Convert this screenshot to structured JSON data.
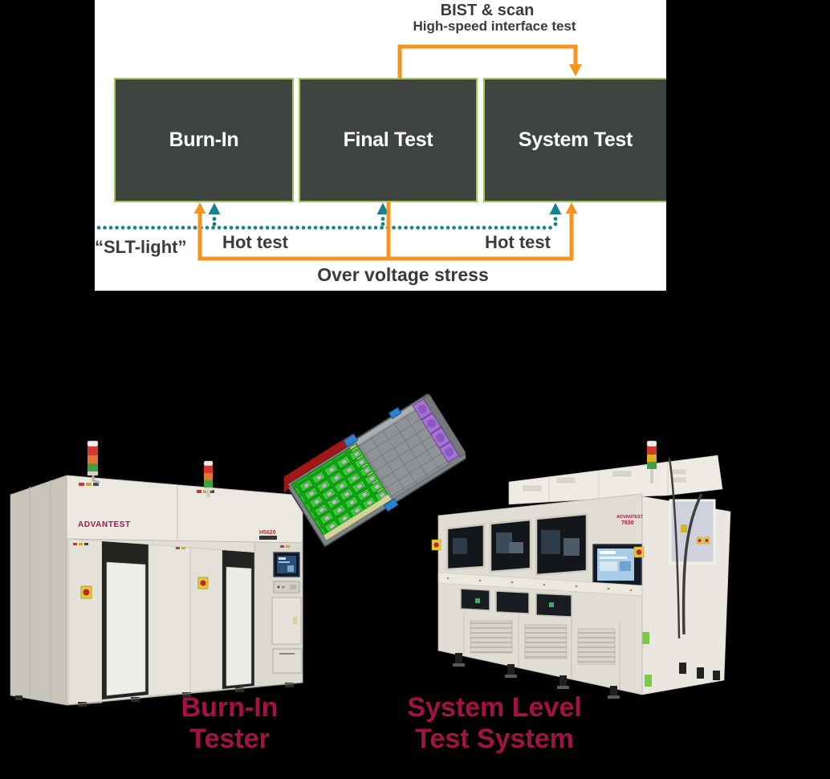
{
  "flow_diagram": {
    "annotations": {
      "bist_scan": "BIST & scan",
      "high_speed": "High-speed interface test",
      "slt_light": "“SLT-light”",
      "hot_test_left": "Hot test",
      "hot_test_right": "Hot test",
      "over_voltage": "Over voltage stress"
    },
    "boxes": [
      {
        "label": "Burn-In"
      },
      {
        "label": "Final Test"
      },
      {
        "label": "System Test"
      }
    ],
    "colors": {
      "panel_background": "#ffffff",
      "box_fill": "#404440",
      "box_border": "#9dc957",
      "box_text": "#ffffff",
      "orange_arrow": "#f7941d",
      "teal_dotted": "#16818f",
      "annotation_text": "#3b3b3b"
    }
  },
  "equipment": {
    "page_background": "#000000",
    "caption_color": "#a31245",
    "burn_in_tester": {
      "brand": "ADVANTEST",
      "model": "H5620",
      "caption": [
        "Burn-In",
        "Tester"
      ]
    },
    "slt_tester": {
      "brand": "ADVANTEST",
      "model": "7930",
      "caption": [
        "System Level",
        "Test System"
      ]
    }
  }
}
